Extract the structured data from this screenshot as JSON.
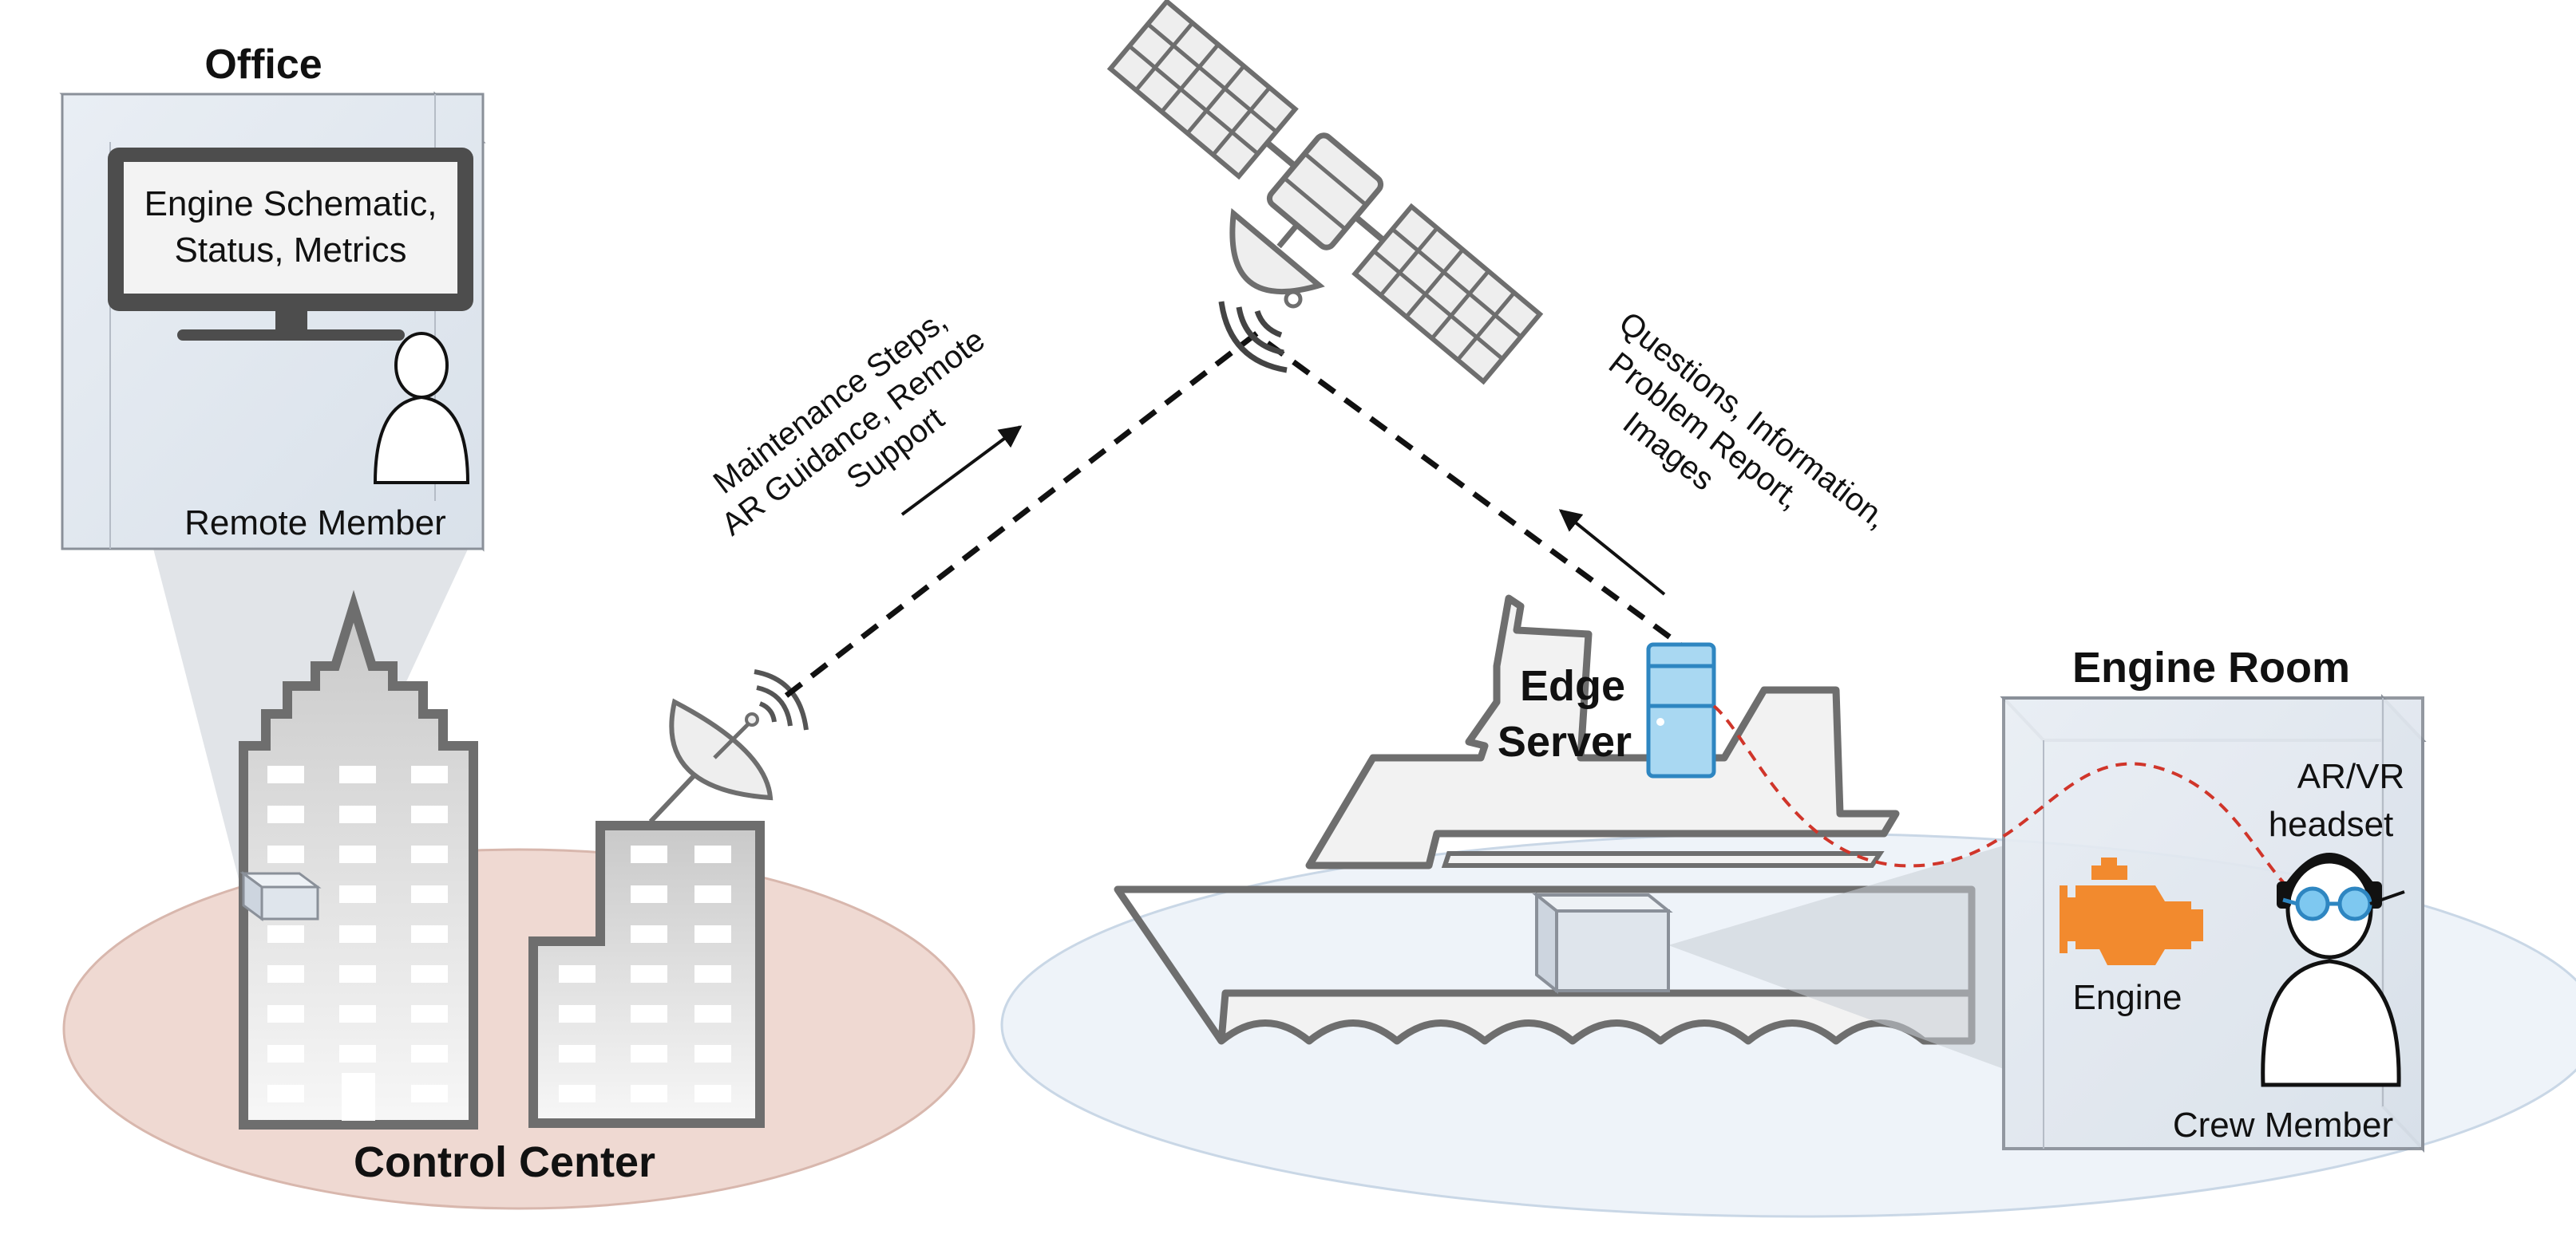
{
  "labels": {
    "office": "Office",
    "monitor_line1": "Engine Schematic,",
    "monitor_line2": "Status, Metrics",
    "remote_member": "Remote Member",
    "control_center": "Control Center",
    "uplink_line1": "Maintenance Steps,",
    "uplink_line2": "AR Guidance, Remote",
    "uplink_line3": "Support",
    "downlink_line1": "Questions, Information,",
    "downlink_line2": "Problem Report,",
    "downlink_line3": "Images",
    "edge_line1": "Edge",
    "edge_line2": "Server",
    "engine_room": "Engine Room",
    "headset_line1": "AR/VR",
    "headset_line2": "headset",
    "engine": "Engine",
    "crew_member": "Crew Member"
  },
  "colors": {
    "ground_left": "#EFD9D2",
    "ground_right": "#EEF3F9",
    "building_stroke": "#6E6E6E",
    "box_fill": "#E3E8EE",
    "server_fill": "#A9D8F2",
    "server_stroke": "#2E86C1",
    "engine_orange": "#F28A2E",
    "link_wire": "#D0352A",
    "headset_lens": "#7EC8F0"
  },
  "icons": [
    "satellite-icon",
    "satellite-dish-icon",
    "monitor-icon",
    "person-icon",
    "server-icon",
    "engine-icon",
    "headset-icon",
    "wifi-signal-icon"
  ]
}
